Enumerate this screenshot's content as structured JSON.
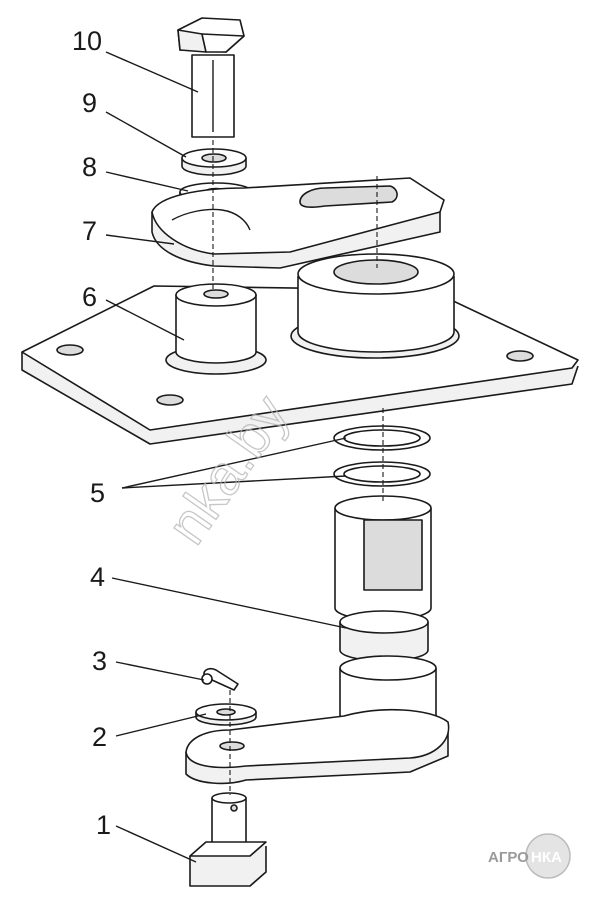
{
  "callouts": [
    {
      "id": "10",
      "label": "10"
    },
    {
      "id": "9",
      "label": "9"
    },
    {
      "id": "8",
      "label": "8"
    },
    {
      "id": "7",
      "label": "7"
    },
    {
      "id": "6",
      "label": "6"
    },
    {
      "id": "5",
      "label": "5"
    },
    {
      "id": "4",
      "label": "4"
    },
    {
      "id": "3",
      "label": "3"
    },
    {
      "id": "2",
      "label": "2"
    },
    {
      "id": "1",
      "label": "1"
    }
  ],
  "watermark": {
    "text": "nka.by"
  },
  "logo": {
    "left": "АГРО",
    "right": "НКА"
  },
  "colors": {
    "stroke": "#1a1a1a",
    "watermark": "#b5b5b5",
    "logo": "#9a9a9a"
  }
}
